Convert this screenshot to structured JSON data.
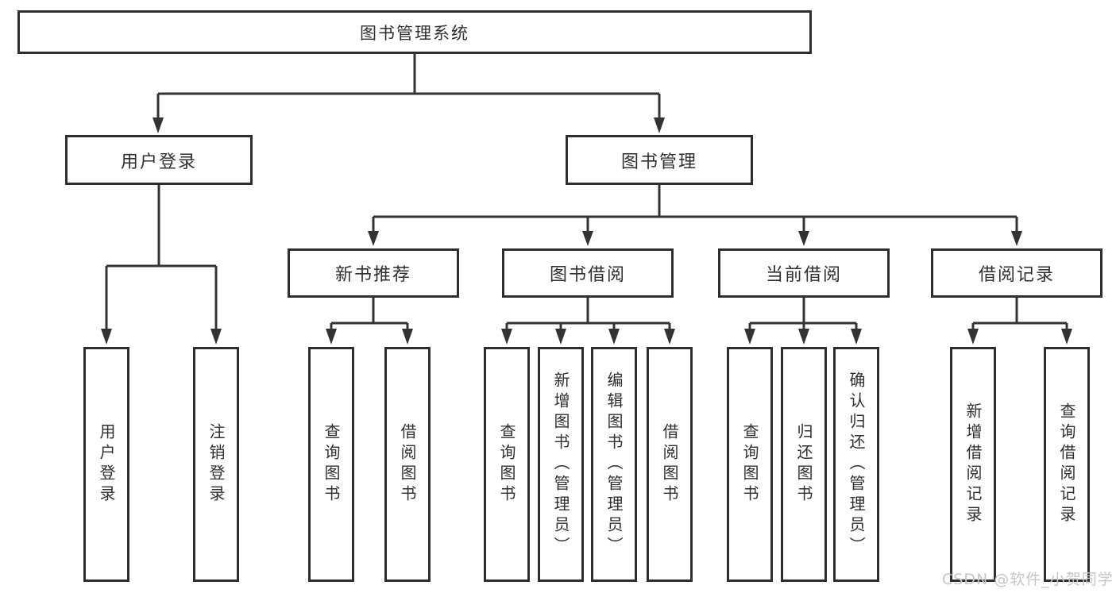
{
  "diagram": {
    "type": "hierarchy-tree",
    "root": {
      "label": "图书管理系统"
    },
    "level1": [
      {
        "id": "user-login",
        "label": "用户登录",
        "parent": "图书管理系统"
      },
      {
        "id": "book-management",
        "label": "图书管理",
        "parent": "图书管理系统"
      }
    ],
    "level2": [
      {
        "id": "new-book-recommend",
        "label": "新书推荐",
        "parent": "图书管理"
      },
      {
        "id": "book-borrow",
        "label": "图书借阅",
        "parent": "图书管理"
      },
      {
        "id": "current-borrow",
        "label": "当前借阅",
        "parent": "图书管理"
      },
      {
        "id": "borrow-records",
        "label": "借阅记录",
        "parent": "图书管理"
      }
    ],
    "leaves": [
      {
        "id": "leaf-user-login",
        "label": "用户登录",
        "parent": "用户登录"
      },
      {
        "id": "leaf-logout",
        "label": "注销登录",
        "parent": "用户登录"
      },
      {
        "id": "leaf-query-books-recommend",
        "label": "查询图书",
        "parent": "新书推荐"
      },
      {
        "id": "leaf-borrow-books-recommend",
        "label": "借阅图书",
        "parent": "新书推荐"
      },
      {
        "id": "leaf-query-books-borrow",
        "label": "查询图书",
        "parent": "图书借阅"
      },
      {
        "id": "leaf-add-book-admin",
        "label": "新增图书（管理员）",
        "parent": "图书借阅"
      },
      {
        "id": "leaf-edit-book-admin",
        "label": "编辑图书（管理员）",
        "parent": "图书借阅"
      },
      {
        "id": "leaf-borrow-books",
        "label": "借阅图书",
        "parent": "图书借阅"
      },
      {
        "id": "leaf-query-books-current",
        "label": "查询图书",
        "parent": "当前借阅"
      },
      {
        "id": "leaf-return-books",
        "label": "归还图书",
        "parent": "当前借阅"
      },
      {
        "id": "leaf-confirm-return-admin",
        "label": "确认归还（管理员）",
        "parent": "当前借阅"
      },
      {
        "id": "leaf-add-borrow-record",
        "label": "新增借阅记录",
        "parent": "借阅记录"
      },
      {
        "id": "leaf-query-borrow-record",
        "label": "查询借阅记录",
        "parent": "借阅记录"
      }
    ],
    "arrow_direction": "top-down"
  },
  "watermark": {
    "text": "CSDN @软件_小贺同学"
  },
  "colors": {
    "background": "#ffffff",
    "line": "#333333",
    "box_border": "#2e2e2e",
    "text": "#2f2f2f",
    "watermark": "#c6c6c6"
  }
}
